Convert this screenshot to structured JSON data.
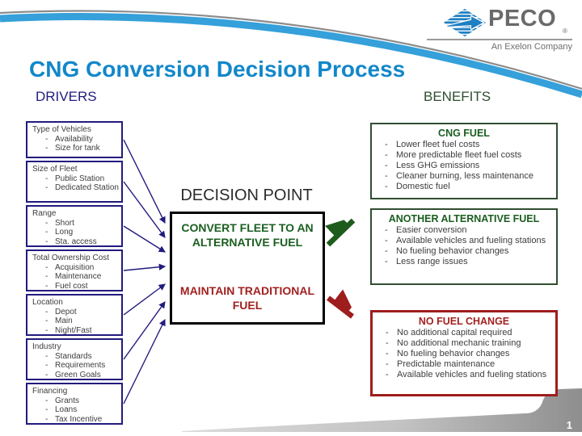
{
  "slide": {
    "title": "CNG Conversion Decision Process",
    "page_number": "1"
  },
  "logo": {
    "brand": "PECO",
    "registered_mark": "®",
    "tagline": "An Exelon Company"
  },
  "icons": {
    "peco_diamond_icon": "blue striped diamond with right arrow"
  },
  "sections": {
    "drivers_label": "DRIVERS",
    "benefits_label": "BENEFITS",
    "decision_point_label": "DECISION POINT"
  },
  "ui": {
    "dash": "-"
  },
  "drivers": [
    {
      "title": "Type of Vehicles",
      "items": [
        "Availability",
        "Size for tank"
      ]
    },
    {
      "title": "Size of Fleet",
      "items": [
        "Public Station",
        "Dedicated Station"
      ]
    },
    {
      "title": "Range",
      "items": [
        "Short",
        "Long",
        "Sta. access"
      ]
    },
    {
      "title": "Total Ownership Cost",
      "items": [
        "Acquisition",
        "Maintenance",
        "Fuel cost"
      ]
    },
    {
      "title": "Location",
      "items": [
        "Depot",
        "Main",
        "Night/Fast"
      ]
    },
    {
      "title": "Industry",
      "items": [
        "Standards",
        "Requirements",
        "Green Goals"
      ]
    },
    {
      "title": "Financing",
      "items": [
        "Grants",
        "Loans",
        "Tax Incentive"
      ]
    }
  ],
  "decision": {
    "convert_option": "CONVERT FLEET TO AN ALTERNATIVE FUEL",
    "maintain_option": "MAINTAIN TRADITIONAL FUEL"
  },
  "benefits": [
    {
      "title": "CNG FUEL",
      "items": [
        "Lower fleet fuel costs",
        "More predictable fleet fuel costs",
        "Less GHG emissions",
        "Cleaner burning, less maintenance",
        "Domestic fuel"
      ]
    },
    {
      "title": "ANOTHER ALTERNATIVE FUEL",
      "items": [
        "Easier conversion",
        "Available vehicles and fueling stations",
        "No fueling behavior changes",
        "Less range issues"
      ]
    },
    {
      "title": "NO FUEL CHANGE",
      "items": [
        "No additional capital required",
        "No additional mechanic training",
        "No fueling behavior changes",
        "Predictable maintenance",
        "Available vehicles and fueling stations"
      ]
    }
  ],
  "colors": {
    "title_blue": "#1287CA",
    "navy": "#221B7E",
    "dark_green": "#1A5E1F",
    "green_border": "#314E31",
    "dark_red": "#A32020",
    "red_border": "#9E1D1D",
    "body_gray": "#3D3D3D",
    "swoosh_blue": "#35A0DA",
    "footer_gray": "#9E9E9E",
    "logo_gray": "#6A6A6A"
  }
}
